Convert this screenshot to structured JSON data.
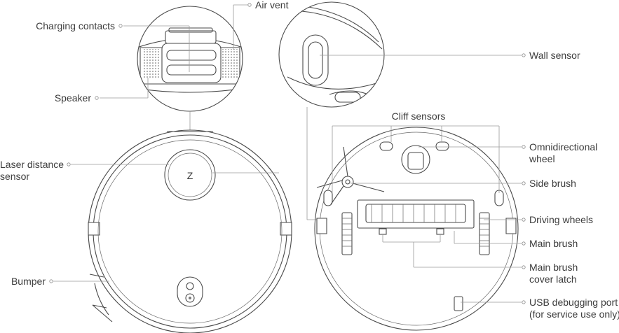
{
  "labels": {
    "air_vent": "Air vent",
    "charging_contacts": "Charging contacts",
    "speaker": "Speaker",
    "laser_sensor_line1": "Laser distance",
    "laser_sensor_line2": "sensor",
    "bumper": "Bumper",
    "wall_sensor": "Wall sensor",
    "cliff_sensors": "Cliff sensors",
    "omni_wheel_line1": "Omnidirectional",
    "omni_wheel_line2": "wheel",
    "side_brush": "Side brush",
    "driving_wheels": "Driving wheels",
    "main_brush": "Main brush",
    "main_brush_latch_line1": "Main brush",
    "main_brush_latch_line2": "cover latch",
    "usb_port_line1": "USB debugging port",
    "usb_port_line2": "(for service use only)"
  },
  "logo_glyph": "Z",
  "colors": {
    "outline": "#4a4a4a",
    "leader_line": "#9a9a9a",
    "text": "#3c3c3c"
  }
}
